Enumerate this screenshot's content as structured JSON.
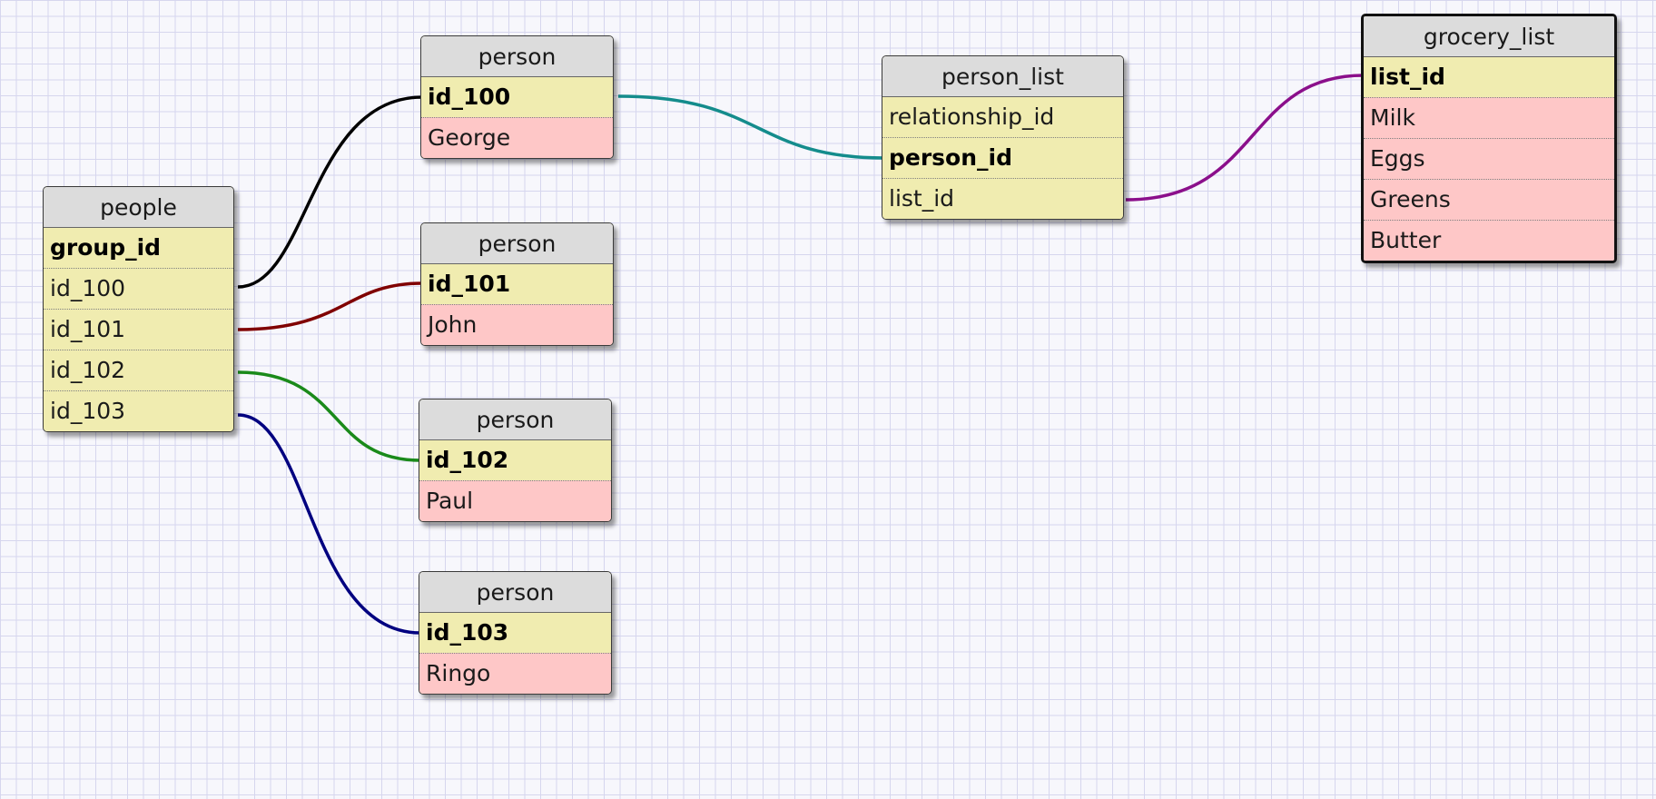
{
  "tables": {
    "people": {
      "title": "people",
      "rows": [
        "group_id",
        "id_100",
        "id_101",
        "id_102",
        "id_103"
      ]
    },
    "person_100": {
      "title": "person",
      "key": "id_100",
      "value": "George"
    },
    "person_101": {
      "title": "person",
      "key": "id_101",
      "value": "John"
    },
    "person_102": {
      "title": "person",
      "key": "id_102",
      "value": "Paul"
    },
    "person_103": {
      "title": "person",
      "key": "id_103",
      "value": "Ringo"
    },
    "person_list": {
      "title": "person_list",
      "rows": [
        "relationship_id",
        "person_id",
        "list_id"
      ]
    },
    "grocery_list": {
      "title": "grocery_list",
      "key": "list_id",
      "items": [
        "Milk",
        "Eggs",
        "Greens",
        "Butter"
      ]
    }
  },
  "relations": [
    {
      "from": "people.id_100",
      "to": "person.id_100",
      "color": "#000000"
    },
    {
      "from": "people.id_101",
      "to": "person.id_101",
      "color": "#800000"
    },
    {
      "from": "people.id_102",
      "to": "person.id_102",
      "color": "#1a8a1a"
    },
    {
      "from": "people.id_103",
      "to": "person.id_103",
      "color": "#000080"
    },
    {
      "from": "person.id_100",
      "to": "person_list.person_id",
      "color": "#148c8c"
    },
    {
      "from": "person_list.list_id",
      "to": "grocery_list.list_id",
      "color": "#8b0f8b"
    }
  ]
}
